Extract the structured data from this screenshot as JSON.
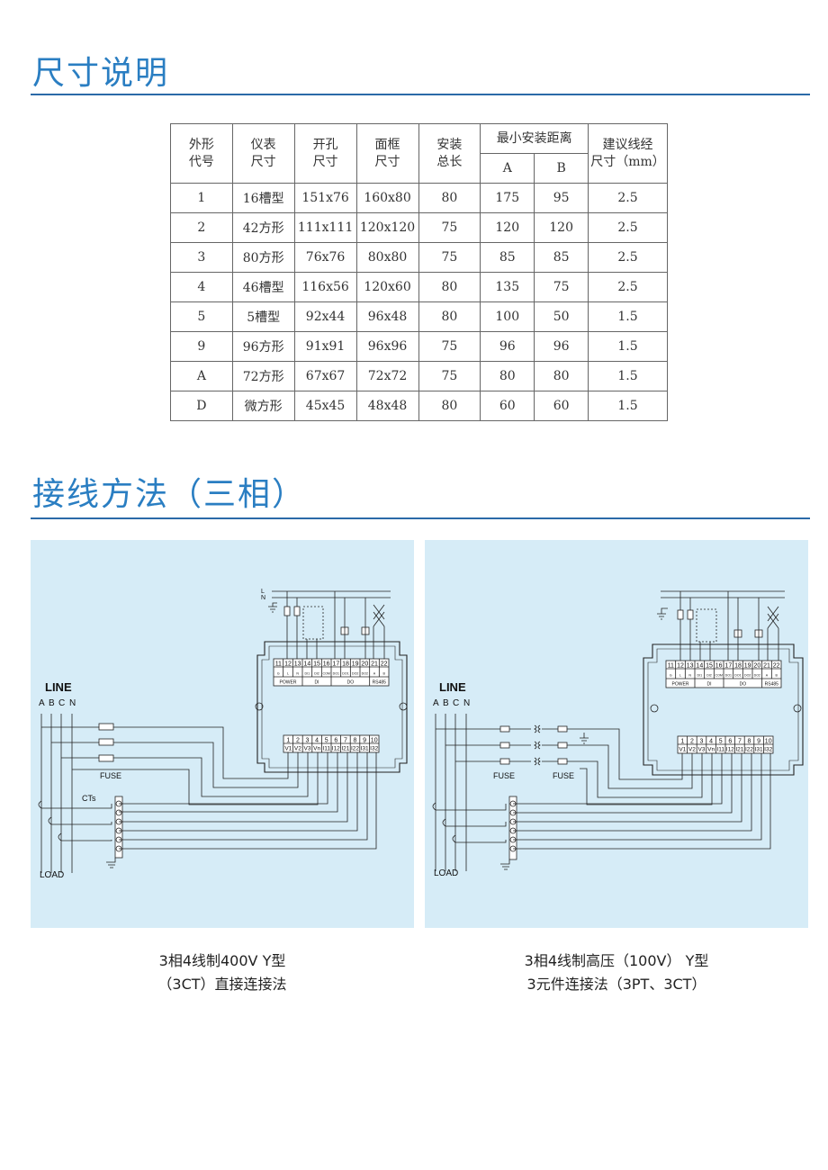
{
  "sections": {
    "dimensions_title": "尺寸说明",
    "wiring_title": "接线方法（三相）"
  },
  "table": {
    "headers": {
      "code": [
        "外形",
        "代号"
      ],
      "meter_size": [
        "仪表",
        "尺寸"
      ],
      "cutout": [
        "开孔",
        "尺寸"
      ],
      "frame": [
        "面框",
        "尺寸"
      ],
      "length": [
        "安装",
        "总长"
      ],
      "min_distance": "最小安装距离",
      "col_a": "A",
      "col_b": "B",
      "wire": [
        "建议线经",
        "尺寸（mm）"
      ]
    },
    "rows": [
      [
        "1",
        "16槽型",
        "151x76",
        "160x80",
        "80",
        "175",
        "95",
        "2.5"
      ],
      [
        "2",
        "42方形",
        "111x111",
        "120x120",
        "75",
        "120",
        "120",
        "2.5"
      ],
      [
        "3",
        "80方形",
        "76x76",
        "80x80",
        "75",
        "85",
        "85",
        "2.5"
      ],
      [
        "4",
        "46槽型",
        "116x56",
        "120x60",
        "80",
        "135",
        "75",
        "2.5"
      ],
      [
        "5",
        "5槽型",
        "92x44",
        "96x48",
        "80",
        "100",
        "50",
        "1.5"
      ],
      [
        "9",
        "96方形",
        "91x91",
        "96x96",
        "75",
        "96",
        "96",
        "1.5"
      ],
      [
        "A",
        "72方形",
        "67x67",
        "72x72",
        "75",
        "80",
        "80",
        "1.5"
      ],
      [
        "D",
        "微方形",
        "45x45",
        "48x48",
        "80",
        "60",
        "60",
        "1.5"
      ]
    ]
  },
  "diagram_left": {
    "line_label": "LINE",
    "phases": [
      "A",
      "B",
      "C",
      "N"
    ],
    "fuse_label": "FUSE",
    "cts_label": "CTs",
    "load_label": "LOAD",
    "l_label": "L",
    "n_label": "N",
    "top_terminals": [
      "11",
      "12",
      "13",
      "14",
      "15",
      "16",
      "17",
      "18",
      "19",
      "20",
      "21",
      "22"
    ],
    "top_signals": [
      "G",
      "L",
      "N",
      "DI1",
      "DI2",
      "COM",
      "DO1",
      "DO1",
      "DO2",
      "DO2",
      "A",
      "B"
    ],
    "groups": [
      "POWER",
      "DI",
      "DO",
      "RS485"
    ],
    "bottom_terminals": [
      "1",
      "2",
      "3",
      "4",
      "5",
      "6",
      "7",
      "8",
      "9",
      "10"
    ],
    "bottom_signals": [
      "V1",
      "V2",
      "V3",
      "Vn",
      "I11",
      "I12",
      "I21",
      "I22",
      "I31",
      "I32"
    ],
    "caption": [
      "3相4线制400V  Y型",
      "（3CT）直接连接法"
    ]
  },
  "diagram_right": {
    "line_label": "LINE",
    "phases": [
      "A",
      "B",
      "C",
      "N"
    ],
    "fuse_label_1": "FUSE",
    "fuse_label_2": "FUSE",
    "load_label": "LOAD",
    "top_terminals": [
      "11",
      "12",
      "13",
      "14",
      "15",
      "16",
      "17",
      "18",
      "19",
      "20",
      "21",
      "22"
    ],
    "top_signals": [
      "G",
      "L",
      "N",
      "DI1",
      "DI2",
      "COM",
      "DO1",
      "DO1",
      "DO2",
      "DO2",
      "A",
      "B"
    ],
    "groups": [
      "POWER",
      "DI",
      "DO",
      "RS485"
    ],
    "bottom_terminals": [
      "1",
      "2",
      "3",
      "4",
      "5",
      "6",
      "7",
      "8",
      "9",
      "10"
    ],
    "bottom_signals": [
      "V1",
      "V2",
      "V3",
      "Vn",
      "I11",
      "I12",
      "I21",
      "I22",
      "I31",
      "I32"
    ],
    "caption": [
      "3相4线制高压（100V）  Y型",
      "3元件连接法（3PT、3CT）"
    ]
  },
  "colors": {
    "accent": "#2a7ec2",
    "rule": "#2a6aa8",
    "panel_bg": "#d6ecf7"
  }
}
